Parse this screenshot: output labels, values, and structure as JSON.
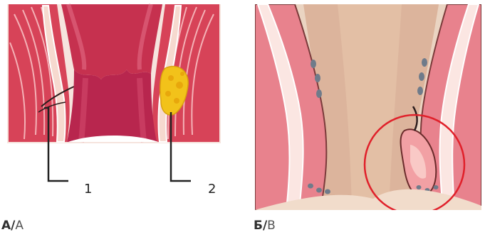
{
  "panel_a": {
    "caption_bold": "А/",
    "caption_light": "A",
    "callouts": [
      "1",
      "2"
    ]
  },
  "panel_b": {
    "caption_bold": "Б/",
    "caption_light": "B"
  },
  "colors": {
    "tissue_pink": "#e9848d",
    "muscle_red": "#c8283f",
    "lumen_crimson": "#b8264e",
    "abscess_yellow": "#f2c21a",
    "highlight_red": "#e0202a",
    "background_tan": "#ead4c2"
  }
}
